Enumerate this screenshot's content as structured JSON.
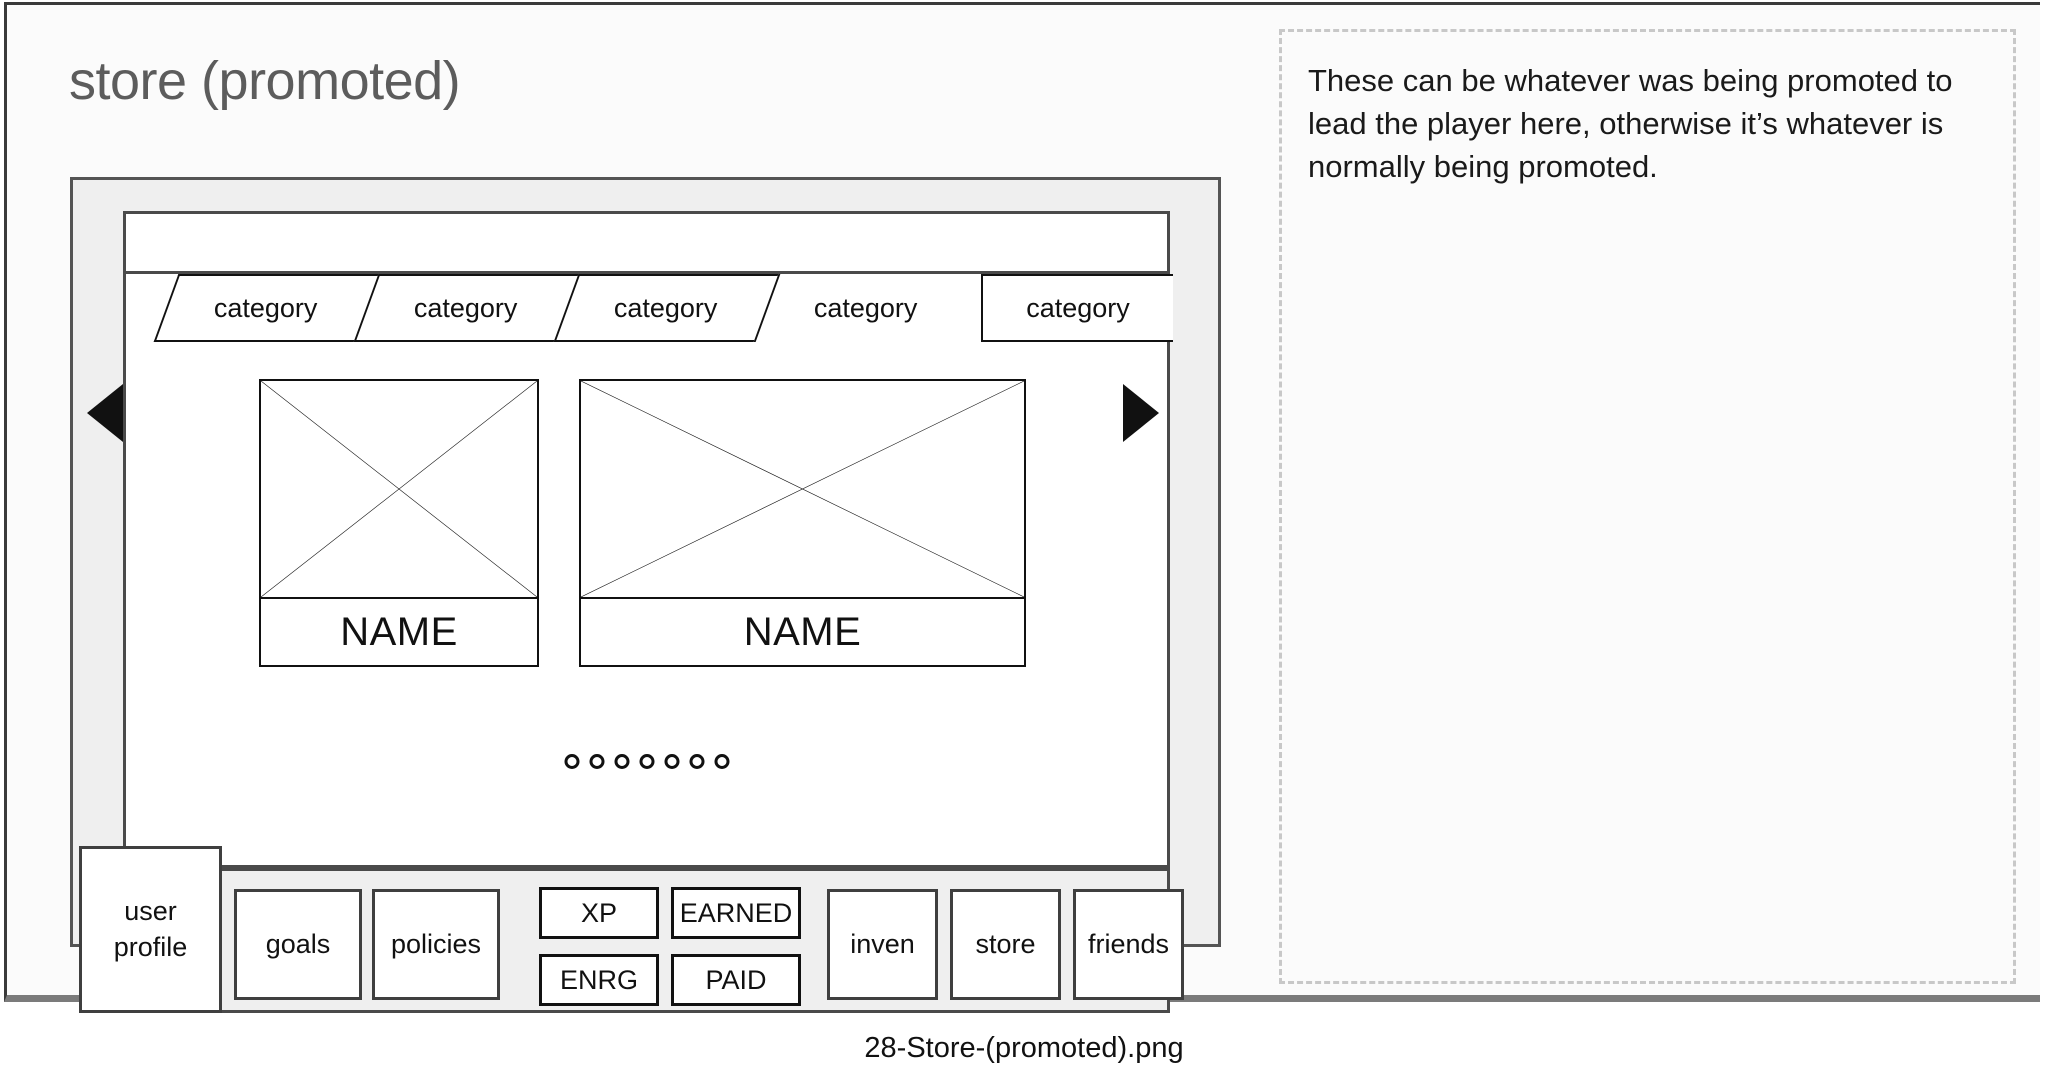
{
  "screen": {
    "title": "store (promoted)"
  },
  "caption": {
    "filename": "28-Store-(promoted).png"
  },
  "annotation": {
    "text": "These can be whatever was being promoted to lead the player here, otherwise it’s whatever is normally being promoted."
  },
  "tabs": {
    "items": [
      {
        "label": "category",
        "shape": "skew"
      },
      {
        "label": "category",
        "shape": "skew"
      },
      {
        "label": "category",
        "shape": "skew"
      },
      {
        "label": "category",
        "shape": "skew"
      },
      {
        "label": "category",
        "shape": "plain"
      }
    ]
  },
  "carousel": {
    "prev_label": "◀",
    "next_label": "▶",
    "cards": [
      {
        "name": "NAME"
      },
      {
        "name": "NAME"
      }
    ],
    "pager_dots": 7
  },
  "nav": {
    "profile": {
      "line1": "user",
      "line2": "profile"
    },
    "buttons": [
      {
        "label": "goals"
      },
      {
        "label": "policies"
      },
      {
        "label": "inven"
      },
      {
        "label": "store"
      },
      {
        "label": "friends"
      }
    ],
    "stats": [
      {
        "label": "XP"
      },
      {
        "label": "EARNED"
      },
      {
        "label": "ENRG"
      },
      {
        "label": "PAID"
      }
    ]
  },
  "colors": {
    "frame_border": "#545454",
    "sheet_bg": "#fbfbfb",
    "device_bg": "#efefef",
    "title_text": "#5c5c5c",
    "note_border": "#c8c8c8",
    "ink": "#111111"
  }
}
